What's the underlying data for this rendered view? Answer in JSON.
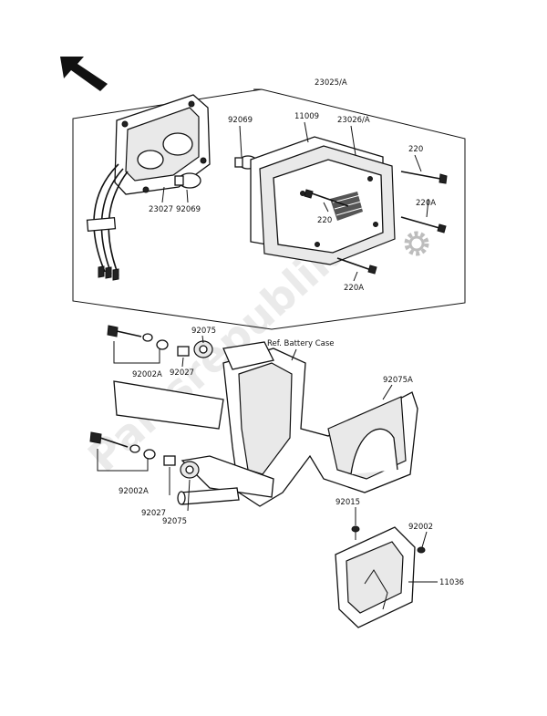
{
  "labels": {
    "l23025A": "23025/A",
    "l92069a": "92069",
    "l11009": "11009",
    "l23026A": "23026/A",
    "l220a": "220",
    "l220b": "220",
    "l220A1": "220A",
    "l23027": "23027",
    "l92069b": "92069",
    "l220A2": "220A",
    "l92075a": "92075",
    "lRef": "Ref. Battery Case",
    "l92002Aa": "92002A",
    "l92027a": "92027",
    "l92075A": "92075A",
    "l92002Ab": "92002A",
    "l92027b": "92027",
    "l92075b": "92075",
    "l92015": "92015",
    "l92002": "92002",
    "l11036": "11036"
  },
  "watermark": {
    "text": "Partsrepublik",
    "color": "#d9d9d9"
  },
  "icons": {
    "direction_arrow": "arrow-up-left-icon",
    "gear": "gear-icon"
  }
}
